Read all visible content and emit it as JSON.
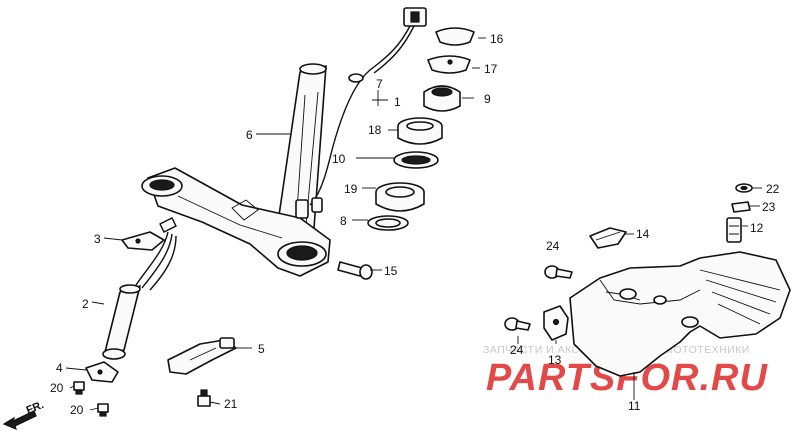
{
  "watermark": {
    "line1": "ЗАПЧАСТИ И АКСЕССУАРЫ ДЛЯ МОТОТЕХНИКИ",
    "line2": "PARTSFOR.RU"
  },
  "direction_label": "FR.",
  "callouts": [
    {
      "id": "c1",
      "text": "1"
    },
    {
      "id": "c2",
      "text": "2"
    },
    {
      "id": "c3",
      "text": "3"
    },
    {
      "id": "c4",
      "text": "4"
    },
    {
      "id": "c5",
      "text": "5"
    },
    {
      "id": "c6",
      "text": "6"
    },
    {
      "id": "c7",
      "text": "7"
    },
    {
      "id": "c8",
      "text": "8"
    },
    {
      "id": "c9",
      "text": "9"
    },
    {
      "id": "c10",
      "text": "10"
    },
    {
      "id": "c11",
      "text": "11"
    },
    {
      "id": "c12",
      "text": "12"
    },
    {
      "id": "c13",
      "text": "13"
    },
    {
      "id": "c14",
      "text": "14"
    },
    {
      "id": "c15",
      "text": "15"
    },
    {
      "id": "c16",
      "text": "16"
    },
    {
      "id": "c17",
      "text": "17"
    },
    {
      "id": "c18",
      "text": "18"
    },
    {
      "id": "c19",
      "text": "19"
    },
    {
      "id": "c20a",
      "text": "20"
    },
    {
      "id": "c20b",
      "text": "20"
    },
    {
      "id": "c21",
      "text": "21"
    },
    {
      "id": "c22",
      "text": "22"
    },
    {
      "id": "c23",
      "text": "23"
    },
    {
      "id": "c24a",
      "text": "24"
    },
    {
      "id": "c24b",
      "text": "24"
    }
  ]
}
